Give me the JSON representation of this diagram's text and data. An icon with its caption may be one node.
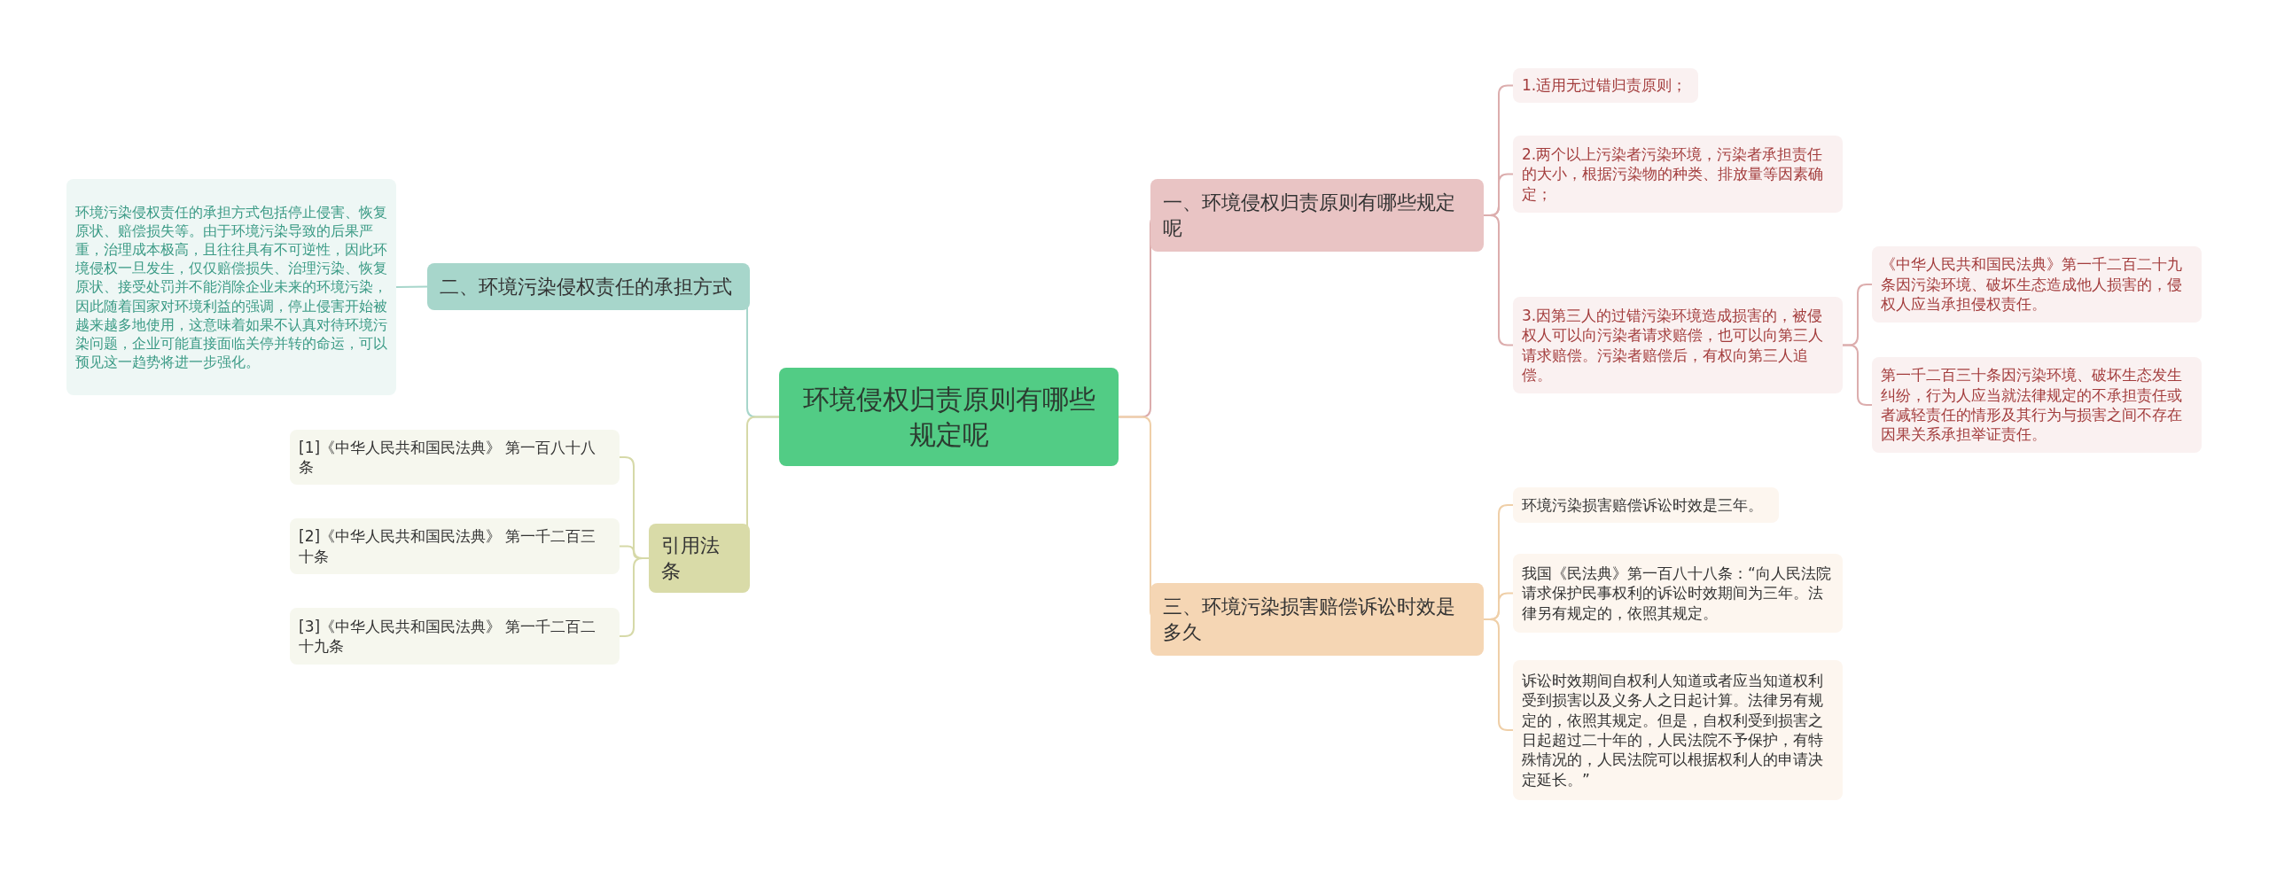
{
  "diagram": {
    "nodes": [
      {
        "text": [
          "环境侵权归责原则有哪些规定呢"
        ]
      },
      {
        "text": [
          "一、环境侵权归责原则有哪些规定呢"
        ]
      },
      {
        "text": [
          "1.适用无过错归责原则；"
        ]
      },
      {
        "text": [
          "2.两个以上污染者污染环境，污染者承担责任的大小，根据污染物的种类、排放量等因素确定；"
        ]
      },
      {
        "text": [
          "3.因第三人的过错污染环境造成损害的，被侵权人可以向污染者请求赔偿，也可以向第三人请求赔偿。污染者赔偿后，有权向第三人追偿。"
        ]
      },
      {
        "text": [
          "《中华人民共和国民法典》第一千二百二十九条因污染环境、破坏生态造成他人损害的，侵权人应当承担侵权责任。"
        ]
      },
      {
        "text": [
          "第一千二百三十条因污染环境、破坏生态发生纠纷，行为人应当就法律规定的不承担责任或者减轻责任的情形及其行为与损害之间不存在因果关系承担举证责任。"
        ]
      },
      {
        "text": [
          "三、环境污染损害赔偿诉讼时效是多久"
        ]
      },
      {
        "text": [
          "环境污染损害赔偿诉讼时效是三年。"
        ]
      },
      {
        "text": [
          "我国《民法典》第一百八十八条：“向人民法院请求保护民事权利的诉讼时效期间为三年。法律另有规定的，依照其规定。"
        ]
      },
      {
        "text": [
          "诉讼时效期间自权利人知道或者应当知道权利受到损害以及义务人之日起计算。法律另有规定的，依照其规定。但是，自权利受到损害之日起超过二十年的，人民法院不予保护，有特殊情况的，人民法院可以根据权利人的申请决定延长。”"
        ]
      },
      {
        "text": [
          "二、环境污染侵权责任的承担方式"
        ]
      },
      {
        "text": [
          "环境污染侵权责任的承担方式包括停止侵害、恢复原状、赔偿损失等。由于环境污染导致的后果严重，治理成本极高，且往往具有不可逆性，因此环境侵权一旦发生，仅仅赔偿损失、治理污染、恢复原状、接受处罚并不能消除企业未来的环境污染，因此随着国家对环境利益的强调，停止侵害开始被越来越多地使用，这意味着如果不认真对待环境污染问题，企业可能直接面临关停并转的命运，可以预见这一趋势将进一步强化。"
        ]
      },
      {
        "text": [
          "引用法条"
        ]
      },
      {
        "text": [
          "[1]《中华人民共和国民法典》 第一百八十八条"
        ]
      },
      {
        "text": [
          "[2]《中华人民共和国民法典》 第一千二百三十条"
        ]
      },
      {
        "text": [
          "[3]《中华人民共和国民法典》 第一千二百二十九条"
        ]
      }
    ],
    "edges": [
      {
        "from": 0,
        "to": 1,
        "arrow": "none"
      },
      {
        "from": 1,
        "to": 2,
        "arrow": "none"
      },
      {
        "from": 1,
        "to": 3,
        "arrow": "none"
      },
      {
        "from": 1,
        "to": 4,
        "arrow": "none"
      },
      {
        "from": 4,
        "to": 5,
        "arrow": "none"
      },
      {
        "from": 4,
        "to": 6,
        "arrow": "none"
      },
      {
        "from": 0,
        "to": 7,
        "arrow": "none",
        "color": "#efcfa8"
      },
      {
        "from": 7,
        "to": 8,
        "arrow": "none",
        "color": "#efcfa8"
      },
      {
        "from": 7,
        "to": 9,
        "arrow": "none",
        "color": "#efcfa8"
      },
      {
        "from": 7,
        "to": 10,
        "arrow": "none",
        "color": "#efcfa8"
      },
      {
        "from": 0,
        "to": 11,
        "arrow": "none",
        "color": "#a7d6cb"
      },
      {
        "from": 11,
        "to": 12,
        "arrow": "none",
        "color": "#a7d6cb"
      },
      {
        "from": 0,
        "to": 13,
        "arrow": "none",
        "color": "#d6d9a8"
      },
      {
        "from": 13,
        "to": 14,
        "arrow": "none",
        "color": "#d6d9a8"
      },
      {
        "from": 13,
        "to": 15,
        "arrow": "none",
        "color": "#d6d9a8"
      },
      {
        "from": 13,
        "to": 16,
        "arrow": "none",
        "color": "#d6d9a8"
      }
    ]
  }
}
